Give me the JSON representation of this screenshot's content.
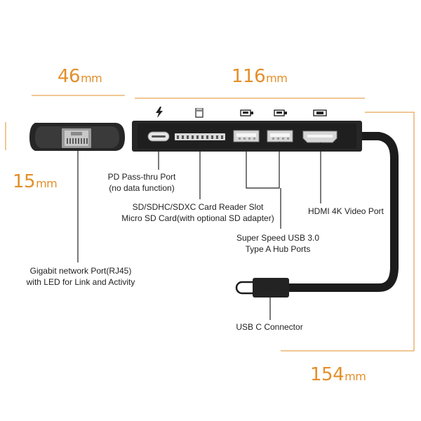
{
  "dimensions": {
    "width_side": {
      "value": "46",
      "unit": "mm"
    },
    "length_top": {
      "value": "116",
      "unit": "mm"
    },
    "height": {
      "value": "15",
      "unit": "mm"
    },
    "total_length": {
      "value": "154",
      "unit": "mm"
    }
  },
  "icons": [
    "lightning-bolt-icon",
    "sd-card-icon",
    "usb-a-icon",
    "usb-a-icon",
    "hdmi-icon"
  ],
  "labels": {
    "pd_port_line1": "PD Pass-thru Port",
    "pd_port_line2": "(no data function)",
    "sd_line1": "SD/SDHC/SDXC Card Reader Slot",
    "sd_line2": "Micro SD Card(with optional SD adapter)",
    "hdmi": "HDMI 4K Video Port",
    "usb_line1": "Super Speed USB 3.0",
    "usb_line2": "Type  A Hub Ports",
    "rj45_line1": "Gigabit network Port(RJ45)",
    "rj45_line2": "with LED for Link and Activity",
    "usbc": "USB C Connector"
  },
  "colors": {
    "accent": "#e38f2a",
    "device_body": "#2b2b2b",
    "leader_line": "#222222"
  }
}
